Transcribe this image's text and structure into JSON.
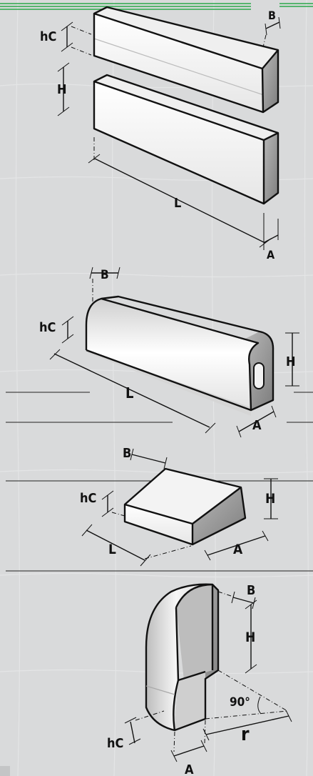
{
  "colors": {
    "background": "#d9dadb",
    "accent_green": "#2aa84a",
    "block_face": "#f4f4f4",
    "block_top": "#e8e8e8",
    "block_side": "#9a9a9a"
  },
  "figure1": {
    "label_hc": "hC",
    "label_b": "B",
    "label_h": "H",
    "label_l": "L",
    "label_a": "A"
  },
  "figure2": {
    "label_b": "B",
    "label_hc": "hC",
    "label_h": "H",
    "label_l": "L",
    "label_a": "A"
  },
  "figure3": {
    "label_b": "B",
    "label_hc": "hC",
    "label_h": "H",
    "label_l": "L",
    "label_a": "A"
  },
  "figure4": {
    "label_b": "B",
    "label_h": "H",
    "label_angle": "90°",
    "label_r": "r",
    "label_hc": "hC",
    "label_a": "A"
  }
}
